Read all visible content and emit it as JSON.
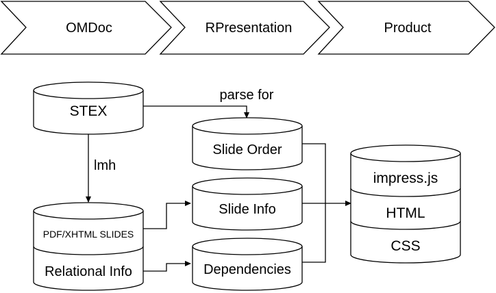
{
  "stages": [
    "OMDoc",
    "RPresentation",
    "Product"
  ],
  "nodes": {
    "stex": "STEX",
    "slide_order": "Slide Order",
    "slide_info": "Slide Info",
    "dependencies": "Dependencies",
    "pdf_slides": "PDF/XHTML SLIDES",
    "relational_info": "Relational Info",
    "impress": "impress.js",
    "html": "HTML",
    "css": "CSS"
  },
  "edges": {
    "parse_for": "parse for",
    "lmh": "lmh"
  }
}
